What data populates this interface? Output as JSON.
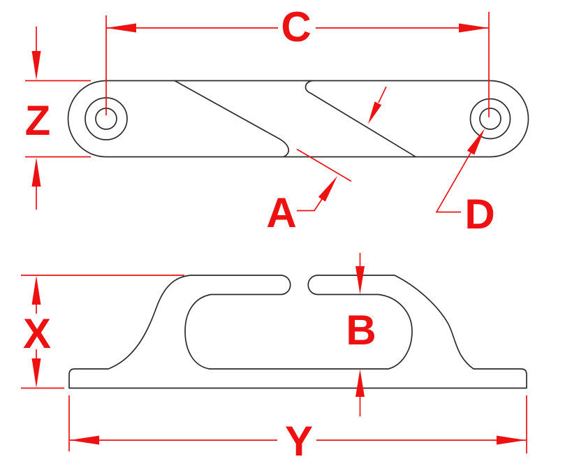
{
  "labels": {
    "a": "A",
    "b": "B",
    "c": "C",
    "d": "D",
    "x": "X",
    "y": "Y",
    "z": "Z"
  },
  "colors": {
    "dimension": "#ee1111",
    "outline": "#2b2b2b",
    "background": "#ffffff"
  }
}
